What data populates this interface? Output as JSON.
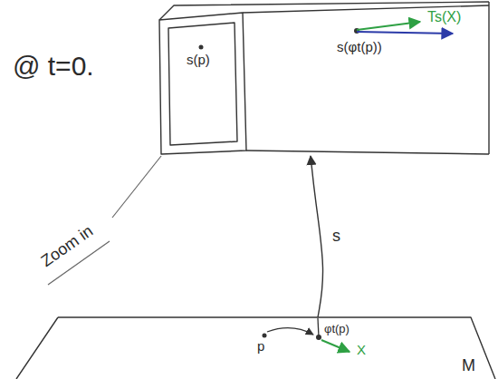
{
  "diagram": {
    "nodes": [
      {
        "text": [
          "s(p)",
          "s(φt(p))",
          "Ts(X)"
        ]
      },
      {
        "text": [
          "p",
          "φt(p)",
          "X",
          "M"
        ]
      }
    ],
    "edges": [
      {
        "from": 1,
        "to": 0,
        "arrow": "to",
        "label": "s"
      }
    ],
    "labels": [
      "@ t=0.",
      "Zoom in"
    ]
  }
}
